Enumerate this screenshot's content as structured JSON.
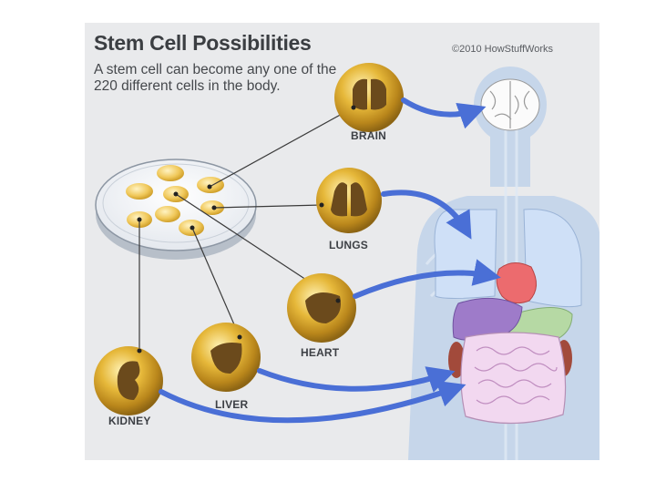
{
  "diagram": {
    "title": "Stem Cell Possibilities",
    "subtitle": "A stem cell can become any one of the 220 different cells in the body.",
    "copyright": "©2010 HowStuffWorks",
    "cells": [
      {
        "key": "brain",
        "label": "BRAIN"
      },
      {
        "key": "lungs",
        "label": "LUNGS"
      },
      {
        "key": "heart",
        "label": "HEART"
      },
      {
        "key": "liver",
        "label": "LIVER"
      },
      {
        "key": "kidney",
        "label": "KIDNEY"
      }
    ],
    "colors": {
      "background": "#e9eaec",
      "body_silhouette": "#c6d6ea",
      "cell_gold": "#d9a31f",
      "cell_nucleus": "#6b4a1c",
      "arrow_blue": "#4a6fd6",
      "lung_blue": "#cfe0f7",
      "heart_red": "#ec6b6e",
      "liver_purple": "#9e7bc9",
      "stomach_green": "#b6d9a4",
      "intestine_pink": "#f2d8f0",
      "kidney_red": "#a24a3b"
    }
  }
}
